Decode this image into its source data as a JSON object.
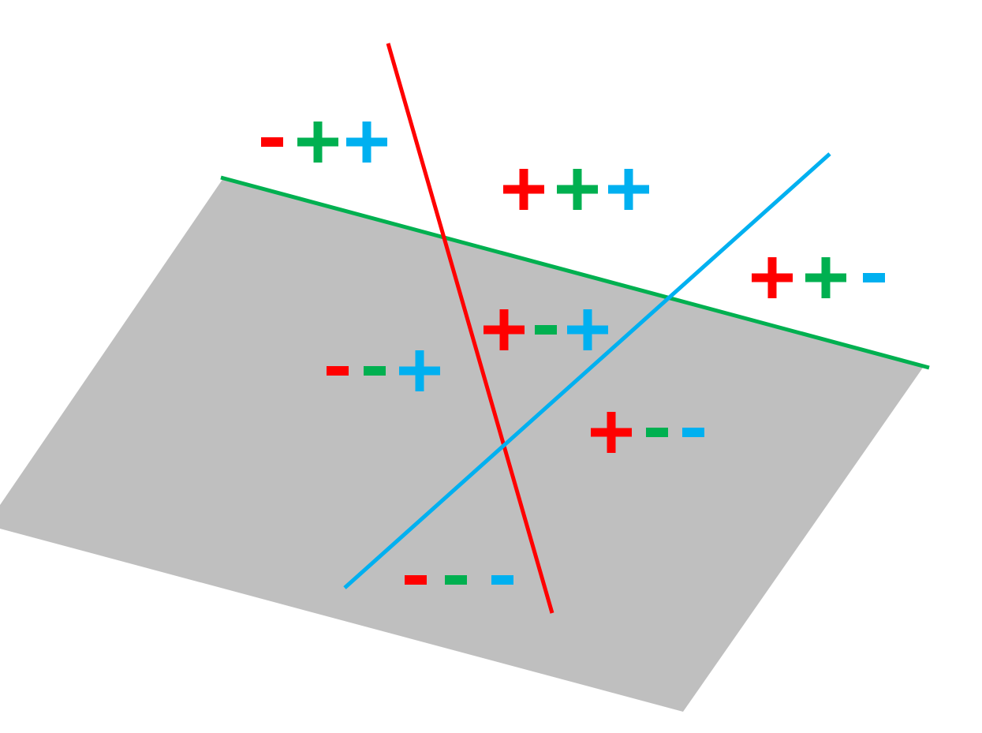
{
  "colors": {
    "background": "#ffffff",
    "plane": "#bfbfbf",
    "red": "#ff0000",
    "green": "#00b050",
    "blue": "#00b0f0"
  },
  "lines": [
    {
      "name": "red-line",
      "color": "red"
    },
    {
      "name": "green-line",
      "color": "green"
    },
    {
      "name": "blue-line",
      "color": "blue"
    }
  ],
  "region_labels": [
    {
      "id": "region-minus-plus-plus",
      "signs": [
        "-",
        "+",
        "+"
      ]
    },
    {
      "id": "region-plus-plus-plus",
      "signs": [
        "+",
        "+",
        "+"
      ]
    },
    {
      "id": "region-plus-plus-minus",
      "signs": [
        "+",
        "+",
        "-"
      ]
    },
    {
      "id": "region-plus-minus-plus",
      "signs": [
        "+",
        "-",
        "+"
      ]
    },
    {
      "id": "region-minus-minus-plus",
      "signs": [
        "-",
        "-",
        "+"
      ]
    },
    {
      "id": "region-plus-minus-minus",
      "signs": [
        "+",
        "-",
        "-"
      ]
    },
    {
      "id": "region-minus-minus-minus",
      "signs": [
        "-",
        "-",
        "-"
      ]
    }
  ]
}
